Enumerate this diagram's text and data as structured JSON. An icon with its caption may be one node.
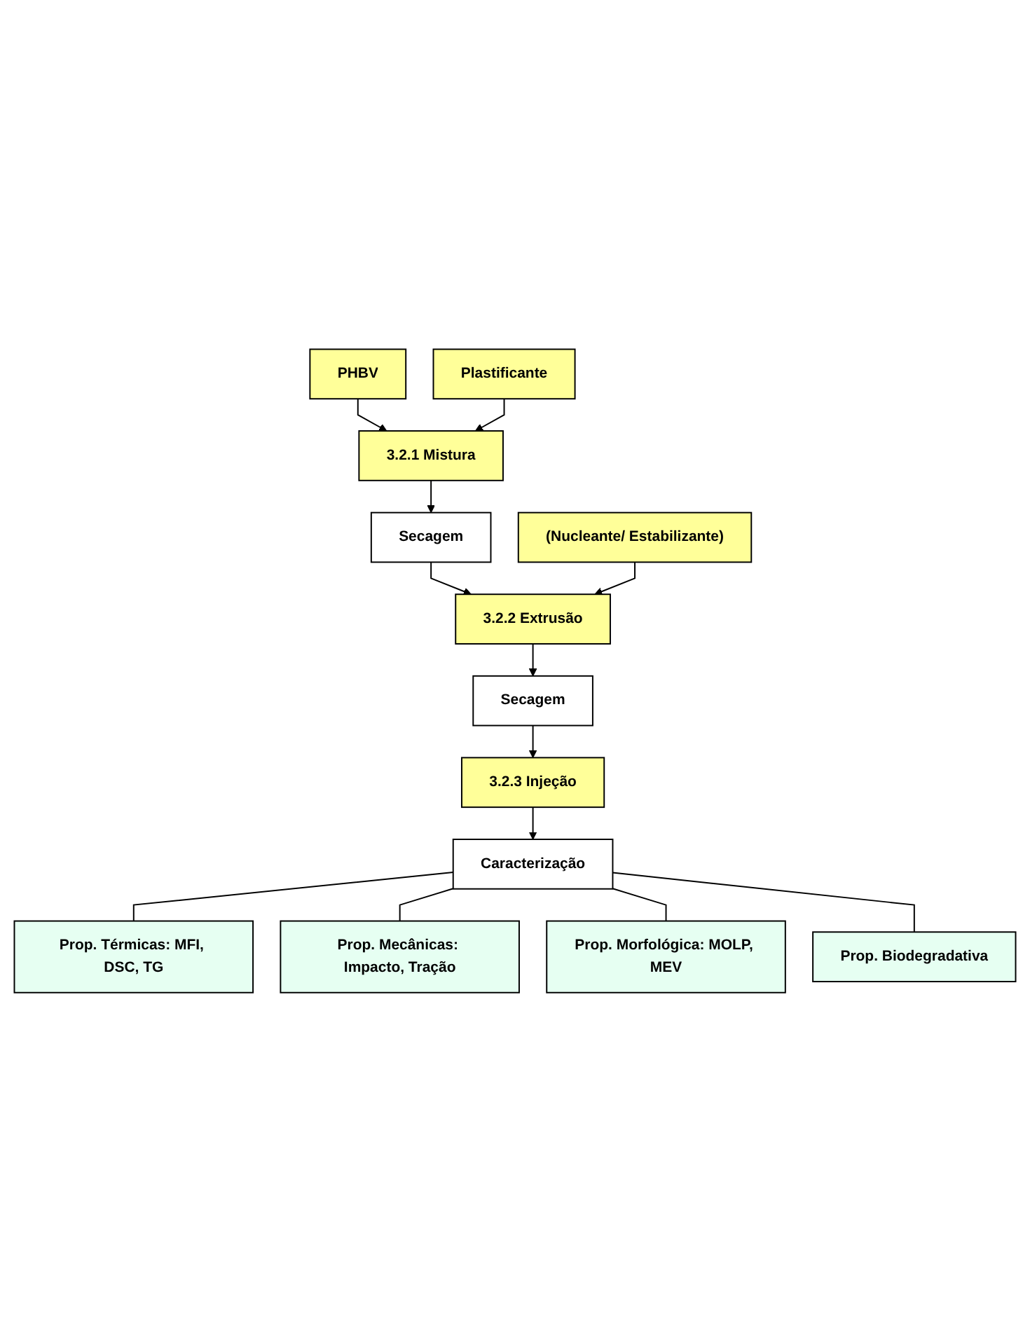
{
  "diagram": {
    "nodes": [
      {
        "text": [
          "PHBV"
        ]
      },
      {
        "text": [
          "Plastificante"
        ]
      },
      {
        "text": [
          "3.2.1 Mistura"
        ]
      },
      {
        "text": [
          "Secagem"
        ]
      },
      {
        "text": [
          "(Nucleante/ Estabilizante)"
        ]
      },
      {
        "text": [
          "3.2.2 Extrusão"
        ]
      },
      {
        "text": [
          "Secagem"
        ]
      },
      {
        "text": [
          "3.2.3 Injeção"
        ]
      },
      {
        "text": [
          "Caracterização"
        ]
      },
      {
        "text": [
          "Prop. Térmicas: MFI, DSC, TG"
        ]
      },
      {
        "text": [
          "Prop. Mecânicas: Impacto, Tração"
        ]
      },
      {
        "text": [
          "Prop. Morfológica: MOLP, MEV"
        ]
      },
      {
        "text": [
          "Prop. Biodegradativa"
        ]
      }
    ],
    "edges": [
      {
        "from": 0,
        "to": 2,
        "arrow": "to"
      },
      {
        "from": 1,
        "to": 2,
        "arrow": "to"
      },
      {
        "from": 2,
        "to": 3,
        "arrow": "to"
      },
      {
        "from": 3,
        "to": 5,
        "arrow": "to"
      },
      {
        "from": 4,
        "to": 5,
        "arrow": "to"
      },
      {
        "from": 5,
        "to": 6,
        "arrow": "to"
      },
      {
        "from": 6,
        "to": 7,
        "arrow": "to"
      },
      {
        "from": 7,
        "to": 8,
        "arrow": "to"
      },
      {
        "from": 8,
        "to": 9,
        "arrow": "none"
      },
      {
        "from": 8,
        "to": 10,
        "arrow": "none"
      },
      {
        "from": 8,
        "to": 11,
        "arrow": "none"
      },
      {
        "from": 8,
        "to": 12,
        "arrow": "none"
      }
    ]
  }
}
